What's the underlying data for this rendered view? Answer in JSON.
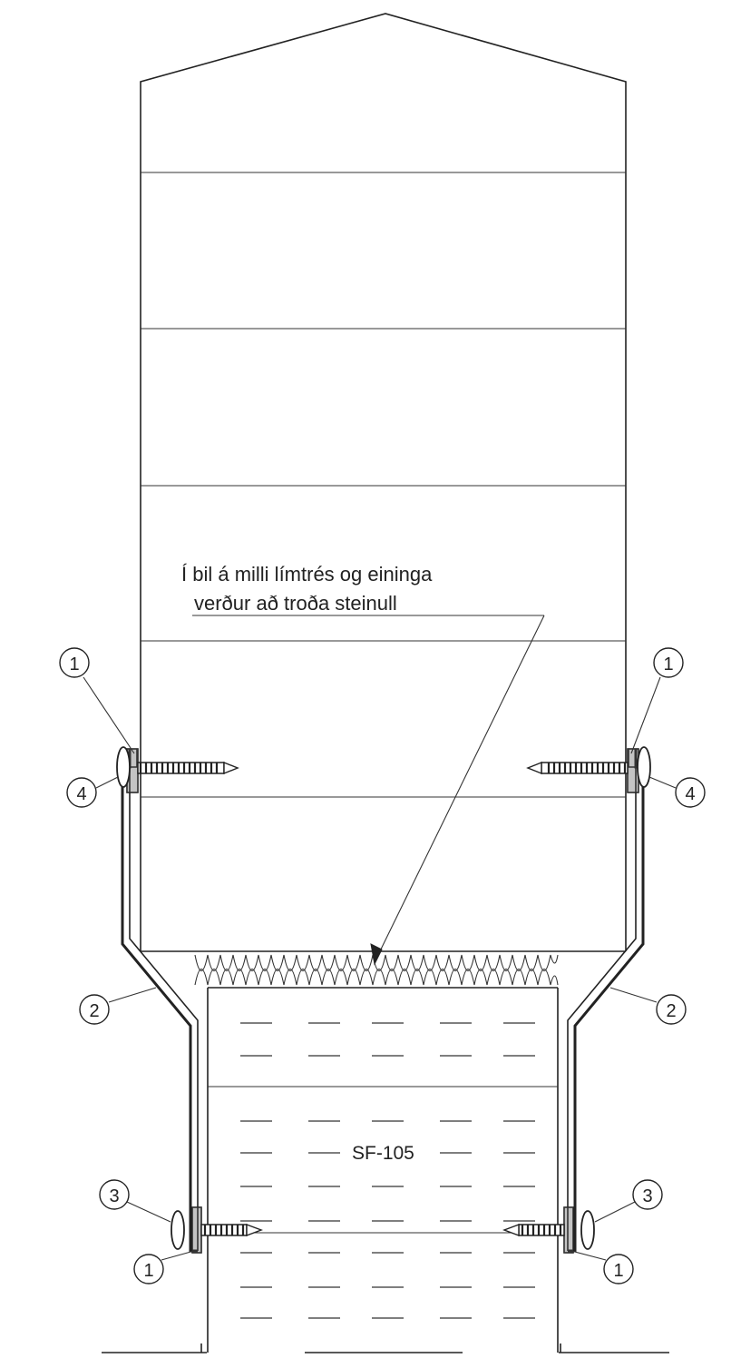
{
  "note": {
    "line1": "Í bil á milli límtrés og eininga",
    "line2": "verður að troða steinull"
  },
  "panel_label": "SF-105",
  "callouts": {
    "c1": "1",
    "c2": "2",
    "c3": "3",
    "c4": "4"
  }
}
